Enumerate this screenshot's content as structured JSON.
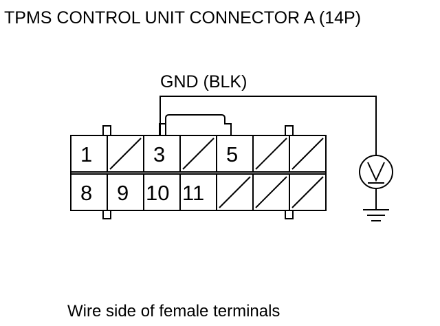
{
  "title": "TPMS CONTROL UNIT CONNECTOR A (14P)",
  "wire_label": "GND (BLK)",
  "meter_symbol": "V",
  "caption": "Wire side of female terminals",
  "connector": {
    "rows": [
      [
        "1",
        "",
        "3",
        "",
        "5",
        "",
        ""
      ],
      [
        "8",
        "9",
        "10",
        "11",
        "",
        "",
        ""
      ]
    ]
  },
  "icons": [
    "voltmeter-icon",
    "ground-icon"
  ]
}
